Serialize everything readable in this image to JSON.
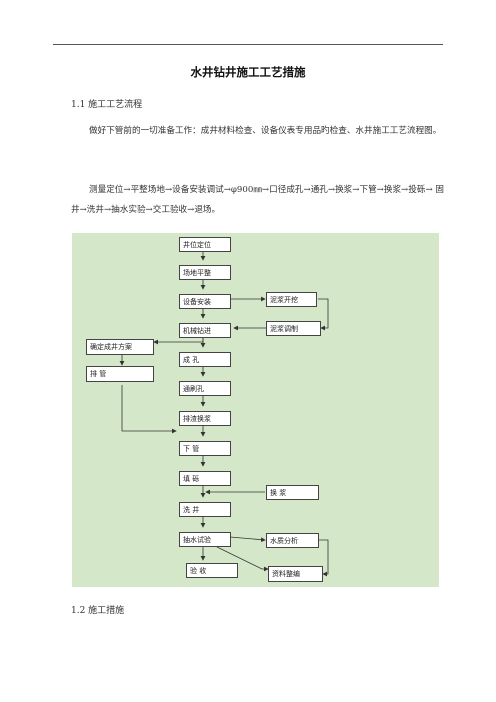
{
  "document": {
    "title": "水井钻井施工工艺措施",
    "section1_heading": "1.1 施工工艺流程",
    "paragraph1": "做好下管前的一切准备工作：成井材料检查、设备仪表专用品旳检查、水井施工工艺流程图。",
    "paragraph2": "测量定位→平整场地→设备安装调试→φ900㎜→口径成孔→通孔→换浆→下管→换浆→投砾→ 固井→洗井→抽水实验→交工验收→退场。",
    "section2_heading": "1.2 施工措施"
  },
  "flowchart": {
    "main": [
      "井位定位",
      "场地平整",
      "设备安装",
      "机械钻进",
      "成  孔",
      "通刷孔",
      "排渣换浆",
      "下    管",
      "填  砾",
      "洗  井",
      "抽水试验",
      "验  收"
    ],
    "side": {
      "mud_pit": "泥浆开挖",
      "mud_prep": "泥浆调制",
      "plan": "确定成井方案",
      "pipe": "排    管",
      "change_slurry": "换  浆",
      "water_analysis": "水质分析",
      "data_org": "资料整编"
    }
  }
}
